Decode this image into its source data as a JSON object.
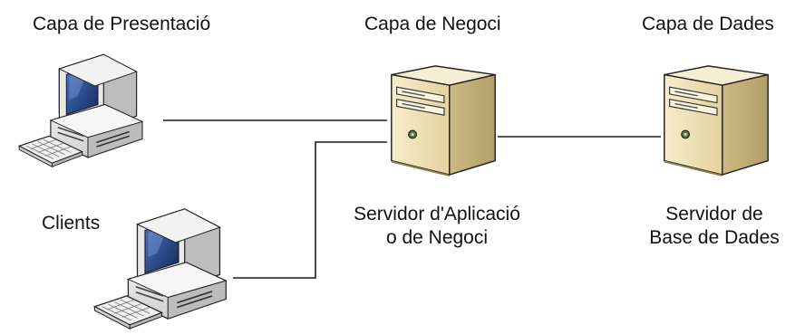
{
  "tiers": {
    "presentation": {
      "title": "Capa de Presentació"
    },
    "business": {
      "title": "Capa de Negoci"
    },
    "data": {
      "title": "Capa de Dades"
    }
  },
  "nodes": {
    "clients": {
      "label": "Clients"
    },
    "app_server": {
      "label_line1": "Servidor d'Aplicació",
      "label_line2": "o de Negoci"
    },
    "db_server": {
      "label_line1": "Servidor de",
      "label_line2": "Base de Dades"
    }
  },
  "colors": {
    "line": "#1a1a1a",
    "monitor_body": "#e7e7e7",
    "monitor_screen": "#1f3c78",
    "server_front": "#efe0b4",
    "server_side": "#d1bf8a",
    "server_top": "#f7efd3"
  },
  "icons": [
    "client-computer-icon",
    "keyboard-icon",
    "server-tower-icon"
  ]
}
